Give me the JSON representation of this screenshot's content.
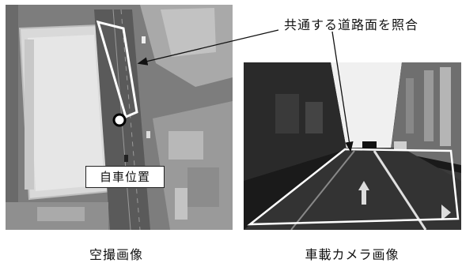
{
  "callout": {
    "text": "共通する道路面を照合"
  },
  "aerial": {
    "ego_label": "自車位置",
    "caption": "空撮画像"
  },
  "onboard": {
    "caption": "車載カメラ画像"
  }
}
